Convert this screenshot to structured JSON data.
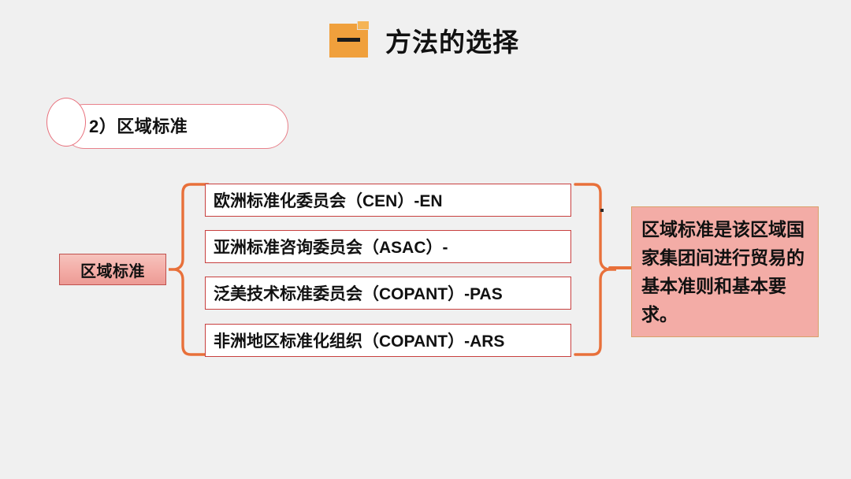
{
  "slide": {
    "background_color": "#f0f0f0"
  },
  "header": {
    "icon_name": "orange-page-minus-icon",
    "icon_color": "#f0a03c",
    "title": "方法的选择"
  },
  "section": {
    "bullet_icon": "ellipse-outline-icon",
    "label": "2）区域标准",
    "border_color": "#e8707c"
  },
  "diagram": {
    "source": {
      "label": "区域标准",
      "fill_top": "#f6c3bd",
      "fill_bottom": "#ec9a95",
      "border_color": "#c0504d"
    },
    "brace_color": "#e8703a",
    "items": [
      {
        "label": "欧洲标准化委员会（CEN）-EN"
      },
      {
        "label": "亚洲标准咨询委员会（ASAC）-"
      },
      {
        "label": "泛美技术标准委员会（COPANT）-PAS"
      },
      {
        "label": "非洲地区标准化组织（COPANT）-ARS"
      }
    ],
    "item_border_color": "#c8403f",
    "note": {
      "text": "区域标准是该区域国家集团间进行贸易的基本准则和基本要求。",
      "fill": "#f3aca6",
      "border_color": "#d9a06a"
    },
    "marker_dot": "·"
  }
}
